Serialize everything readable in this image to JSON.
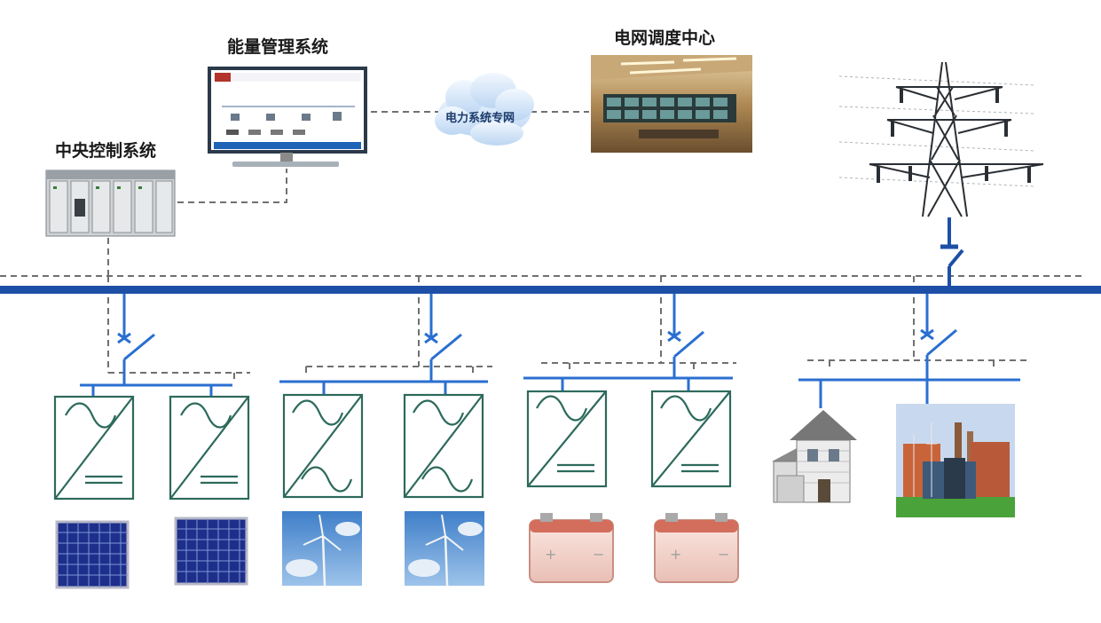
{
  "labels": {
    "ems": "能量管理系统",
    "dispatch": "电网调度中心",
    "central": "中央控制系统",
    "network": "电力系统专网"
  },
  "icons": {
    "ems": "monitor-icon",
    "dispatch": "control-room-icon",
    "central": "plc-rack-icon",
    "network": "cloud-icon",
    "grid": "transmission-tower-icon",
    "inverter": "converter-symbol-icon",
    "solar": "solar-panel-icon",
    "wind": "wind-turbine-icon",
    "battery": "battery-icon",
    "house": "house-icon",
    "factory": "factory-icon"
  },
  "colors": {
    "bus": "#1d4fa6",
    "feeder": "#2a6fd0",
    "dashed": "#707070",
    "inverter": "#2d6a5c"
  }
}
